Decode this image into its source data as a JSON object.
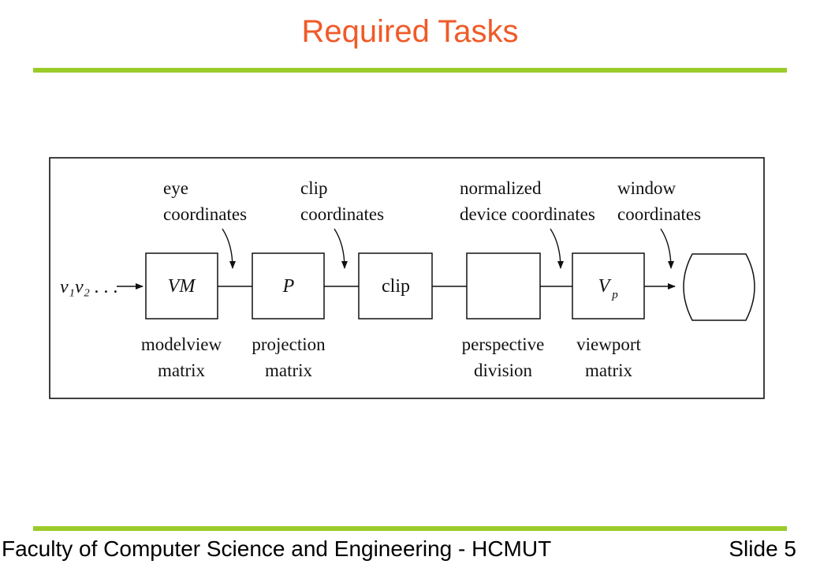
{
  "slide": {
    "title": "Required Tasks",
    "footer": "Faculty of Computer Science and Engineering - HCMUT",
    "slide_number": "Slide 5",
    "accent_color": "#f05a28",
    "rule_color": "#9bcb2a"
  },
  "diagram": {
    "input_label": "v₁v₂ . . .",
    "boxes": [
      {
        "label": "VM",
        "caption_1": "modelview",
        "caption_2": "matrix"
      },
      {
        "label": "P",
        "caption_1": "projection",
        "caption_2": "matrix"
      },
      {
        "label": "clip",
        "caption_1": "",
        "caption_2": ""
      },
      {
        "label": "",
        "caption_1": "perspective",
        "caption_2": "division"
      },
      {
        "label": "V",
        "label_sub": "p",
        "caption_1": "viewport",
        "caption_2": "matrix"
      }
    ],
    "stage_labels": [
      {
        "line_1": "eye",
        "line_2": "coordinates"
      },
      {
        "line_1": "clip",
        "line_2": "coordinates"
      },
      {
        "line_1": "normalized",
        "line_2": "device coordinates"
      },
      {
        "line_1": "window",
        "line_2": "coordinates"
      }
    ]
  }
}
